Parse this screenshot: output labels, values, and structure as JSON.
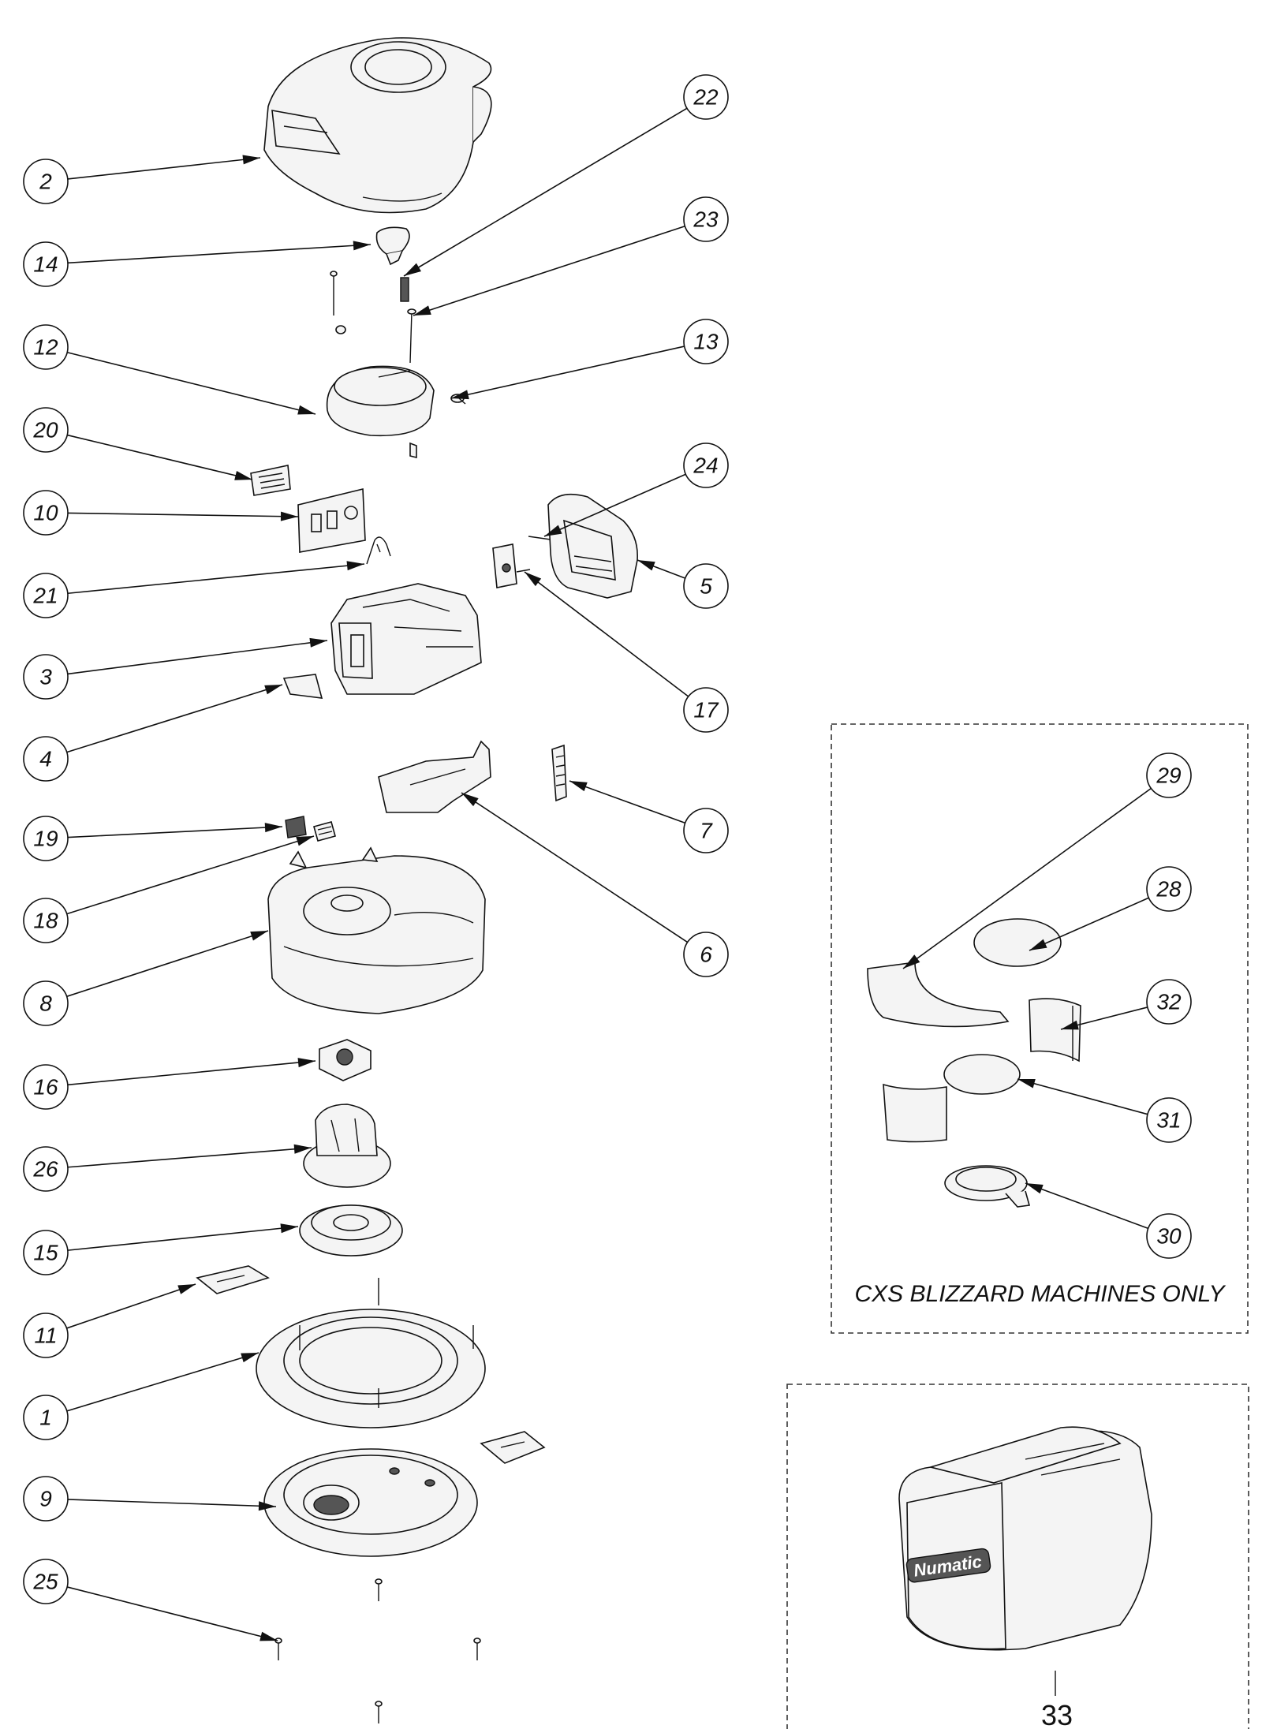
{
  "callouts": [
    {
      "label": "2"
    },
    {
      "label": "14"
    },
    {
      "label": "12"
    },
    {
      "label": "20"
    },
    {
      "label": "10"
    },
    {
      "label": "21"
    },
    {
      "label": "3"
    },
    {
      "label": "4"
    },
    {
      "label": "19"
    },
    {
      "label": "18"
    },
    {
      "label": "8"
    },
    {
      "label": "16"
    },
    {
      "label": "26"
    },
    {
      "label": "15"
    },
    {
      "label": "11"
    },
    {
      "label": "1"
    },
    {
      "label": "9"
    },
    {
      "label": "25"
    },
    {
      "label": "22"
    },
    {
      "label": "23"
    },
    {
      "label": "13"
    },
    {
      "label": "24"
    },
    {
      "label": "5"
    },
    {
      "label": "17"
    },
    {
      "label": "7"
    },
    {
      "label": "6"
    },
    {
      "label": "29"
    },
    {
      "label": "28"
    },
    {
      "label": "32"
    },
    {
      "label": "31"
    },
    {
      "label": "30"
    }
  ],
  "blizzard_box": {
    "caption": "CXS BLIZZARD MACHINES ONLY"
  },
  "machine_box": {
    "part_number": "33",
    "brand": "Numatic"
  }
}
